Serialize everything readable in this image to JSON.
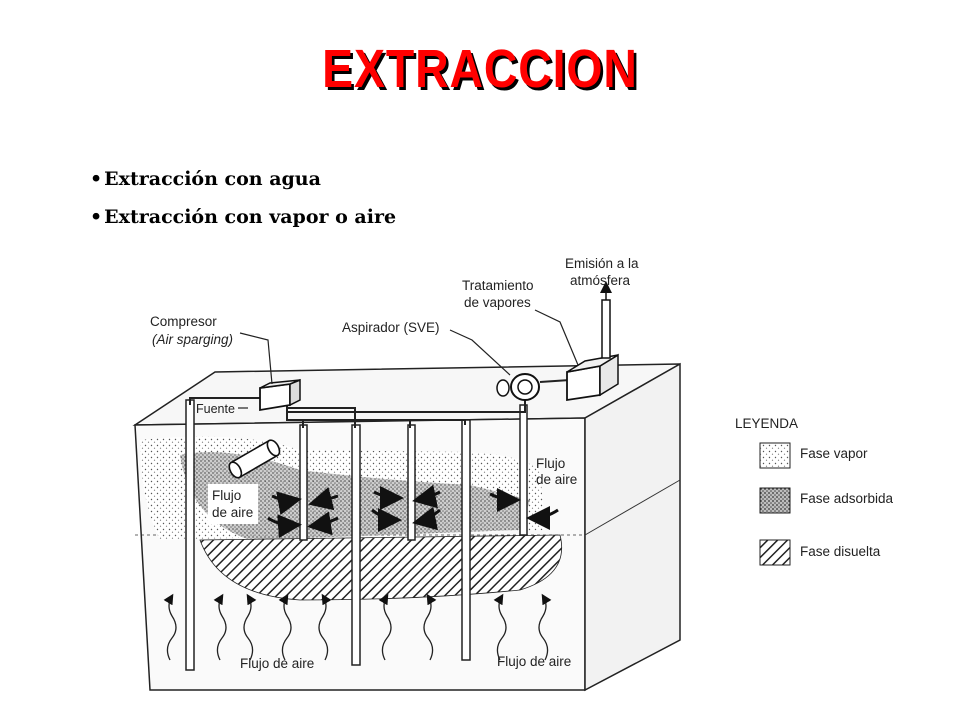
{
  "title": "EXTRACCION",
  "bullets": [
    "Extracción con agua",
    "Extracción con vapor o aire"
  ],
  "diagram": {
    "compresor_line1": "Compresor",
    "compresor_line2": "(Air sparging)",
    "aspirador": "Aspirador (SVE)",
    "tratamiento_line1": "Tratamiento",
    "tratamiento_line2": "de vapores",
    "emision_line1": "Emisión a la",
    "emision_line2": "atmósfera",
    "fuente": "Fuente",
    "flujo_aire_left_line1": "Flujo",
    "flujo_aire_left_line2": "de aire",
    "flujo_aire_right_line1": "Flujo",
    "flujo_aire_right_line2": "de aire",
    "flujo_aire_bottom_1": "Flujo de aire",
    "flujo_aire_bottom_2": "Flujo de aire"
  },
  "legend": {
    "title": "LEYENDA",
    "items": [
      {
        "label": "Fase vapor"
      },
      {
        "label": "Fase adsorbida"
      },
      {
        "label": "Fase disuelta"
      }
    ]
  }
}
